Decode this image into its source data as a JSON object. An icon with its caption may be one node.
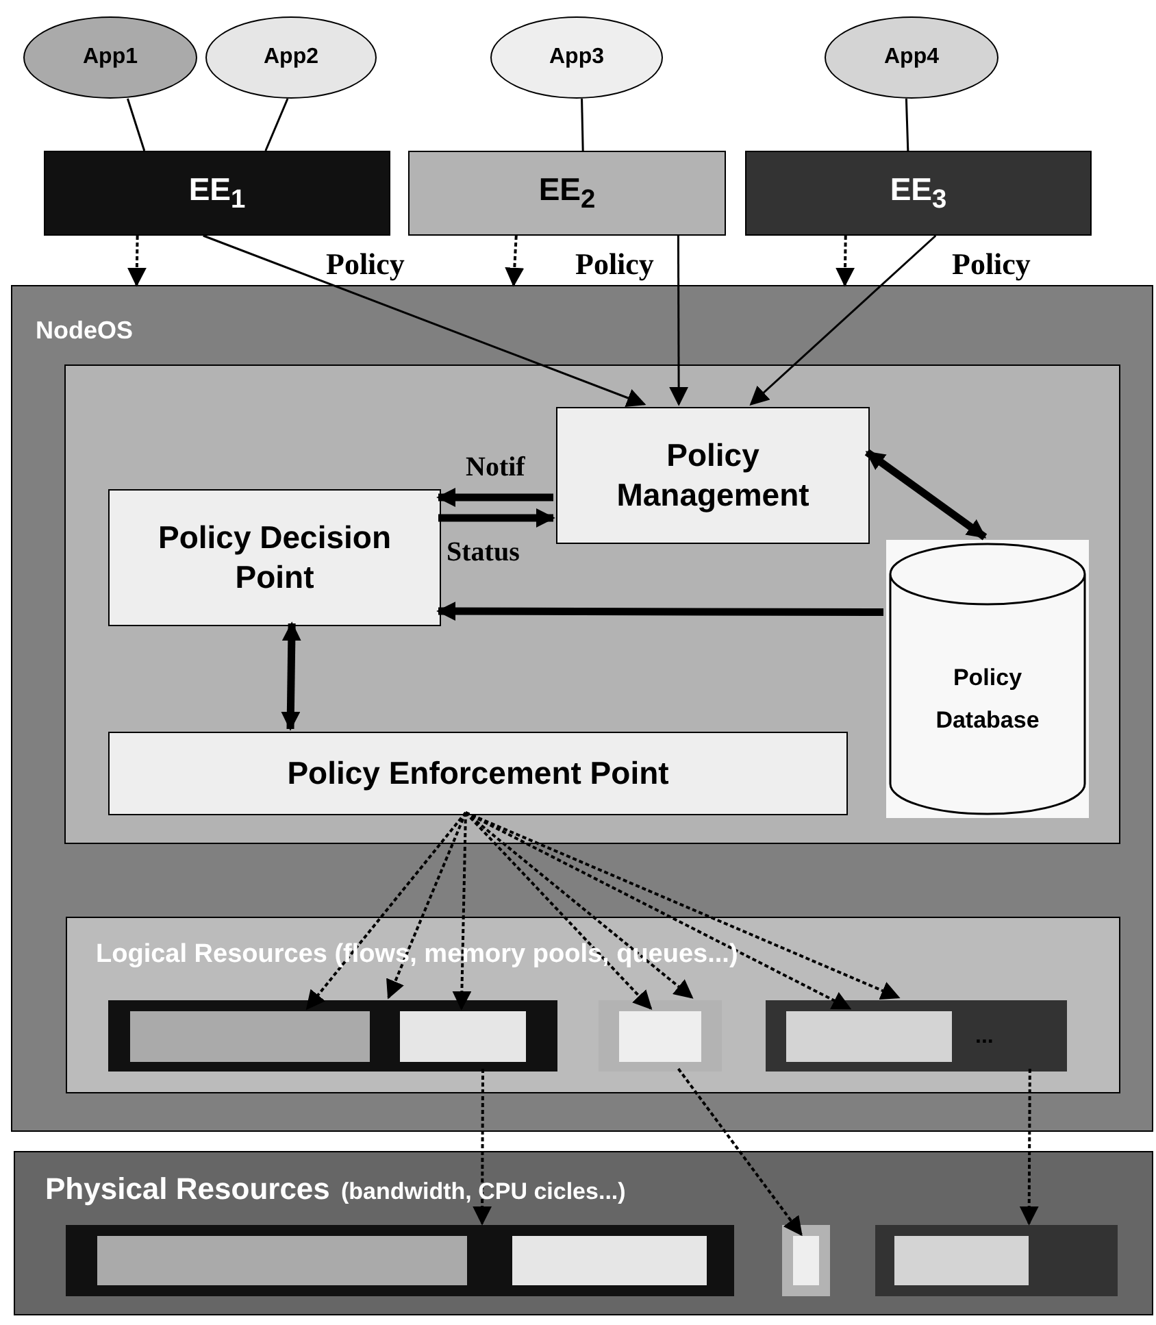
{
  "diagram": {
    "nodes": [
      {
        "text": [
          "App1"
        ]
      },
      {
        "text": [
          "App2"
        ]
      },
      {
        "text": [
          "App3"
        ]
      },
      {
        "text": [
          "App4"
        ]
      },
      {
        "text": [
          "EE$_{1}$"
        ]
      },
      {
        "text": [
          "EE$_{2}$"
        ]
      },
      {
        "text": [
          "EE$_{3}$"
        ]
      },
      {
        "text": [
          "NodeOS"
        ]
      },
      {
        "text": [],
        "shape": "box",
        "in": 7
      },
      {
        "text": [
          "Policy Management"
        ],
        "in": 8
      },
      {
        "text": [
          "Policy Decision Point"
        ],
        "in": 8
      },
      {
        "text": [
          "Policy Database"
        ],
        "in": 8
      },
      {
        "text": [
          "Policy Enforcement Point"
        ],
        "in": 8
      },
      {
        "text": [
          "Logical Resources (flows, memory pools, queues...)"
        ],
        "in": 7
      },
      {
        "text": [],
        "shape": "bar",
        "in": 13
      },
      {
        "text": [],
        "shape": "bar",
        "in": 14
      },
      {
        "text": [],
        "shape": "bar",
        "in": 14
      },
      {
        "text": [],
        "shape": "bar",
        "in": 13
      },
      {
        "text": [],
        "shape": "bar",
        "in": 17
      },
      {
        "text": [],
        "shape": "bar",
        "in": 13
      },
      {
        "text": [],
        "shape": "bar",
        "in": 19
      },
      {
        "text": [
          "Physical Resources",
          "(bandwidth, CPU cicles...)"
        ]
      },
      {
        "text": [],
        "shape": "bar",
        "in": 21
      },
      {
        "text": [],
        "shape": "bar",
        "in": 22
      },
      {
        "text": [],
        "shape": "bar",
        "in": 22
      },
      {
        "text": [],
        "shape": "bar",
        "in": 21
      },
      {
        "text": [],
        "shape": "bar",
        "in": 25
      },
      {
        "text": [],
        "shape": "bar",
        "in": 21
      },
      {
        "text": [],
        "shape": "bar",
        "in": 27
      }
    ],
    "edges": [
      {
        "from": 0,
        "to": 4,
        "arrow": "none"
      },
      {
        "from": 1,
        "to": 4,
        "arrow": "none"
      },
      {
        "from": 2,
        "to": 5,
        "arrow": "none"
      },
      {
        "from": 3,
        "to": 6,
        "arrow": "none"
      },
      {
        "from": 4,
        "to": 7,
        "arrow": "to",
        "style": "dashed"
      },
      {
        "from": 5,
        "to": 7,
        "arrow": "to",
        "style": "dashed"
      },
      {
        "from": 6,
        "to": 7,
        "arrow": "to",
        "style": "dashed"
      },
      {
        "from": 4,
        "to": 9,
        "arrow": "to",
        "label": "Policy"
      },
      {
        "from": 5,
        "to": 9,
        "arrow": "to",
        "label": "Policy"
      },
      {
        "from": 6,
        "to": 9,
        "arrow": "to",
        "label": "Policy"
      },
      {
        "from": 9,
        "to": 10,
        "arrow": "to",
        "label": "Notif",
        "style": "thick"
      },
      {
        "from": 10,
        "to": 9,
        "arrow": "to",
        "label": "Status",
        "style": "thick"
      },
      {
        "from": 9,
        "to": 11,
        "arrow": "both",
        "style": "thick"
      },
      {
        "from": 11,
        "to": 10,
        "arrow": "to",
        "style": "thick"
      },
      {
        "from": 10,
        "to": 12,
        "arrow": "both",
        "style": "thick"
      },
      {
        "from": 12,
        "to": 15,
        "arrow": "to",
        "style": "dashed"
      },
      {
        "from": 12,
        "to": 14,
        "arrow": "to",
        "style": "dashed"
      },
      {
        "from": 12,
        "to": 16,
        "arrow": "to",
        "style": "dashed"
      },
      {
        "from": 12,
        "to": 18,
        "arrow": "to",
        "style": "dashed"
      },
      {
        "from": 12,
        "to": 17,
        "arrow": "to",
        "style": "dashed"
      },
      {
        "from": 12,
        "to": 20,
        "arrow": "to",
        "style": "dashed"
      },
      {
        "from": 12,
        "to": 19,
        "arrow": "to",
        "style": "dashed"
      },
      {
        "from": 14,
        "to": 22,
        "arrow": "to",
        "style": "dashed"
      },
      {
        "from": 17,
        "to": 26,
        "arrow": "to",
        "style": "dashed"
      },
      {
        "from": 19,
        "to": 27,
        "arrow": "to",
        "style": "dashed"
      }
    ],
    "labels": [
      "..."
    ]
  }
}
